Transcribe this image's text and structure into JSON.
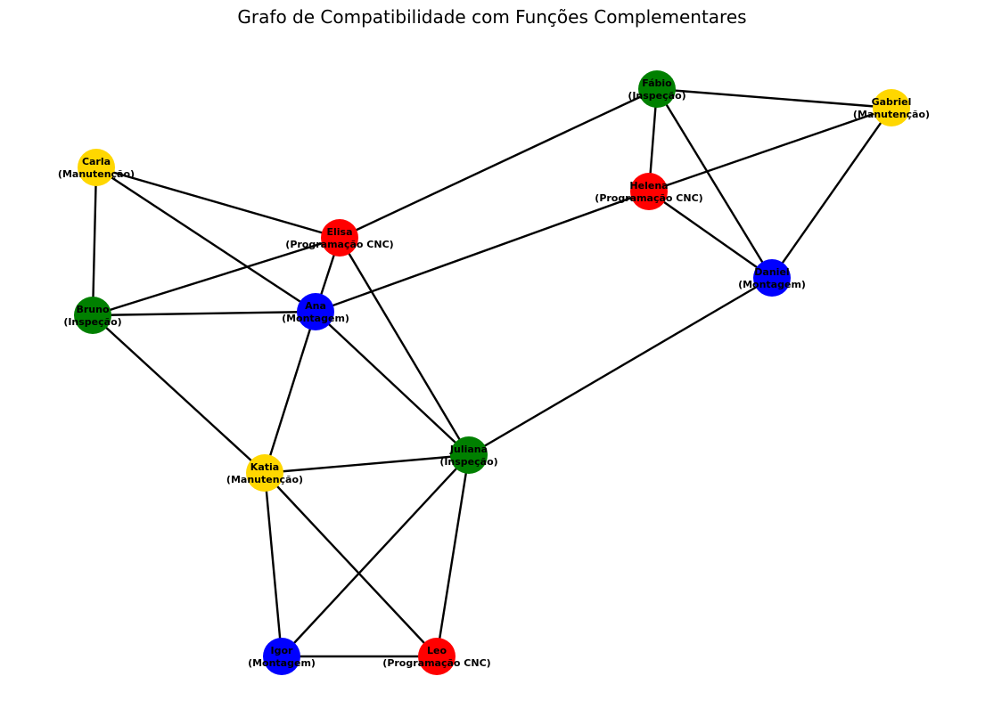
{
  "title": "Grafo de Compatibilidade com Funções Complementares",
  "role_colors": {
    "Montagem": "#0000ff",
    "Inspeção": "#008000",
    "Manutenção": "#ffd700",
    "Programação CNC": "#ff0000"
  },
  "edge_color": "#000000",
  "nodes": [
    {
      "id": "ana",
      "name": "Ana",
      "role": "Montagem"
    },
    {
      "id": "bruno",
      "name": "Bruno",
      "role": "Inspeção"
    },
    {
      "id": "carla",
      "name": "Carla",
      "role": "Manutenção"
    },
    {
      "id": "daniel",
      "name": "Daniel",
      "role": "Montagem"
    },
    {
      "id": "elisa",
      "name": "Elisa",
      "role": "Programação CNC"
    },
    {
      "id": "fabio",
      "name": "Fábio",
      "role": "Inspeção"
    },
    {
      "id": "gabriel",
      "name": "Gabriel",
      "role": "Manutenção"
    },
    {
      "id": "helena",
      "name": "Helena",
      "role": "Programação CNC"
    },
    {
      "id": "igor",
      "name": "Igor",
      "role": "Montagem"
    },
    {
      "id": "juliana",
      "name": "Juliana",
      "role": "Inspeção"
    },
    {
      "id": "katia",
      "name": "Katia",
      "role": "Manutenção"
    },
    {
      "id": "leo",
      "name": "Leo",
      "role": "Programação CNC"
    }
  ],
  "edges": [
    [
      "fabio",
      "gabriel"
    ],
    [
      "fabio",
      "helena"
    ],
    [
      "fabio",
      "daniel"
    ],
    [
      "fabio",
      "elisa"
    ],
    [
      "gabriel",
      "helena"
    ],
    [
      "gabriel",
      "daniel"
    ],
    [
      "helena",
      "daniel"
    ],
    [
      "helena",
      "ana"
    ],
    [
      "carla",
      "elisa"
    ],
    [
      "carla",
      "bruno"
    ],
    [
      "carla",
      "ana"
    ],
    [
      "elisa",
      "bruno"
    ],
    [
      "elisa",
      "ana"
    ],
    [
      "elisa",
      "juliana"
    ],
    [
      "bruno",
      "ana"
    ],
    [
      "bruno",
      "katia"
    ],
    [
      "ana",
      "katia"
    ],
    [
      "ana",
      "juliana"
    ],
    [
      "daniel",
      "juliana"
    ],
    [
      "katia",
      "juliana"
    ],
    [
      "katia",
      "igor"
    ],
    [
      "katia",
      "leo"
    ],
    [
      "juliana",
      "igor"
    ],
    [
      "juliana",
      "leo"
    ],
    [
      "igor",
      "leo"
    ]
  ]
}
